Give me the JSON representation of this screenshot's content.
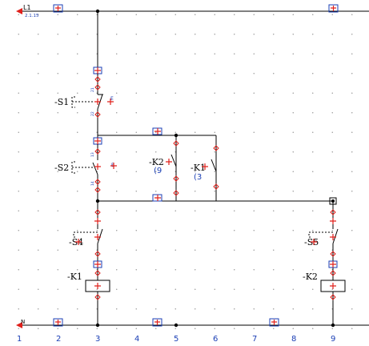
{
  "rails": {
    "top_label": "L1",
    "top_sub": "2.1.15",
    "bottom_label": "N"
  },
  "column_numbers": [
    "1",
    "2",
    "3",
    "4",
    "5",
    "6",
    "7",
    "8",
    "9"
  ],
  "components": {
    "s1": {
      "label": "-S1",
      "pin_top": "21",
      "pin_bottom": "22",
      "note": "E"
    },
    "s2": {
      "label": "-S2",
      "pin_top": "13",
      "pin_bottom": "14",
      "note": "E"
    },
    "k2_contact": {
      "label": "-K2",
      "ref": "(9"
    },
    "k1_contact": {
      "label": "-K1",
      "ref": "(3"
    },
    "s4": {
      "label": "-S4"
    },
    "s5": {
      "label": "-S5"
    },
    "k1_coil": {
      "label": "-K1"
    },
    "k2_coil": {
      "label": "-K2"
    }
  },
  "colors": {
    "wire": "#000000",
    "terminal": "#1b3fb5",
    "marker": "#e0201b",
    "label": "#000000"
  }
}
